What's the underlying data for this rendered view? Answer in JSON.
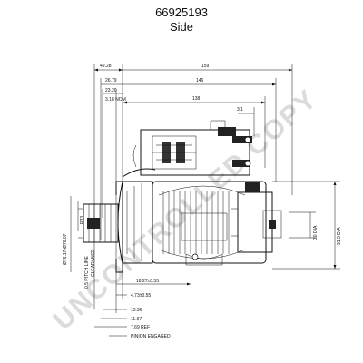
{
  "header": {
    "part_number": "66925193",
    "view": "Side"
  },
  "watermark": "UNCONTROLLED COPY",
  "dimensions": {
    "top": {
      "d49": "49.28",
      "d159": "159",
      "d2679": "26.79",
      "d146": "146",
      "d2320": "23.20",
      "d318": "3.18 NOM",
      "d138": "138",
      "d31": "3.1"
    },
    "left": {
      "r33": "R33",
      "dia_pilot": "Ø76.17-Ø76.07",
      "pitch_line": "0.5 PITCH LINE",
      "clearance": "CLEARANCE"
    },
    "right": {
      "dia30": "30 DIA",
      "dia91": "91.5 DIA"
    },
    "bottom": {
      "d1827": "18.27±0.55",
      "d473": "4.73±0.55",
      "d1396": "13.96",
      "d1197": "11.97",
      "d769": "7.69 REF",
      "pinion": "PINION ENGAGED"
    }
  },
  "colors": {
    "line": "#111111",
    "watermark": "#cfcfcf"
  }
}
